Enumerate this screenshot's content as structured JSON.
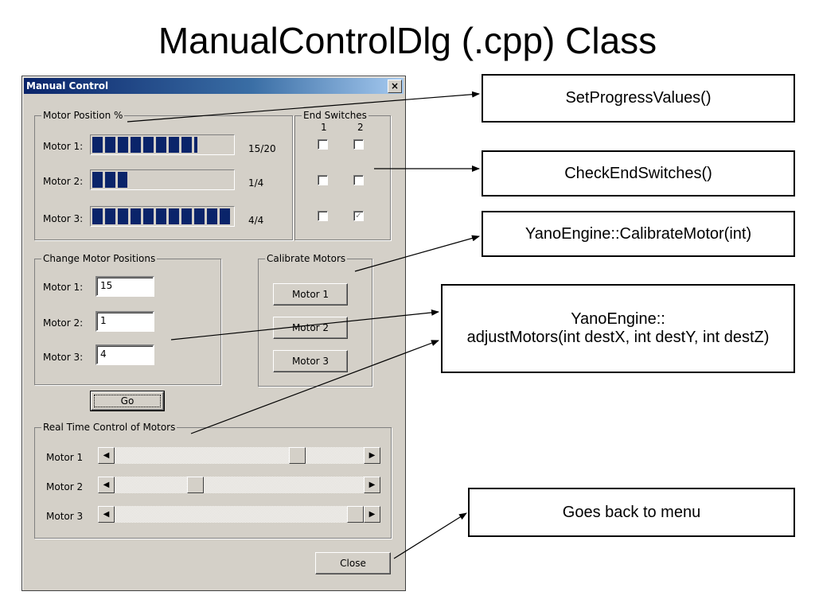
{
  "slide": {
    "title": "ManualControlDlg (.cpp) Class"
  },
  "dialog": {
    "title": "Manual Control",
    "close_glyph": "×",
    "motor_position": {
      "label": "Motor Position %",
      "rows": [
        {
          "label": "Motor 1:",
          "value": "15/20",
          "fill_fraction": 0.75
        },
        {
          "label": "Motor 2:",
          "value": "1/4",
          "fill_fraction": 0.25
        },
        {
          "label": "Motor 3:",
          "value": "4/4",
          "fill_fraction": 1.0
        }
      ]
    },
    "end_switches": {
      "label": "End Switches",
      "col1": "1",
      "col2": "2",
      "states": [
        [
          false,
          false
        ],
        [
          false,
          false
        ],
        [
          false,
          true
        ]
      ]
    },
    "change_positions": {
      "label": "Change Motor Positions",
      "rows": [
        {
          "label": "Motor 1:",
          "value": "15"
        },
        {
          "label": "Motor 2:",
          "value": "1"
        },
        {
          "label": "Motor 3:",
          "value": "4"
        }
      ]
    },
    "calibrate": {
      "label": "Calibrate Motors",
      "buttons": [
        "Motor 1",
        "Motor 2",
        "Motor 3"
      ]
    },
    "go_label": "Go",
    "realtime": {
      "label": "Real Time Control of Motors",
      "rows": [
        {
          "label": "Motor 1",
          "position": 0.75
        },
        {
          "label": "Motor 2",
          "position": 0.31
        },
        {
          "label": "Motor 3",
          "position": 1.0
        }
      ],
      "left_glyph": "◀",
      "right_glyph": "▶"
    },
    "close_label": "Close"
  },
  "callouts": {
    "progress": "SetProgressValues()",
    "switches": "CheckEndSwitches()",
    "calibrate": "YanoEngine::CalibrateMotor(int)",
    "adjust_line1": "YanoEngine::",
    "adjust_line2": "adjustMotors(int destX, int destY, int destZ)",
    "menu": "Goes back to menu"
  }
}
